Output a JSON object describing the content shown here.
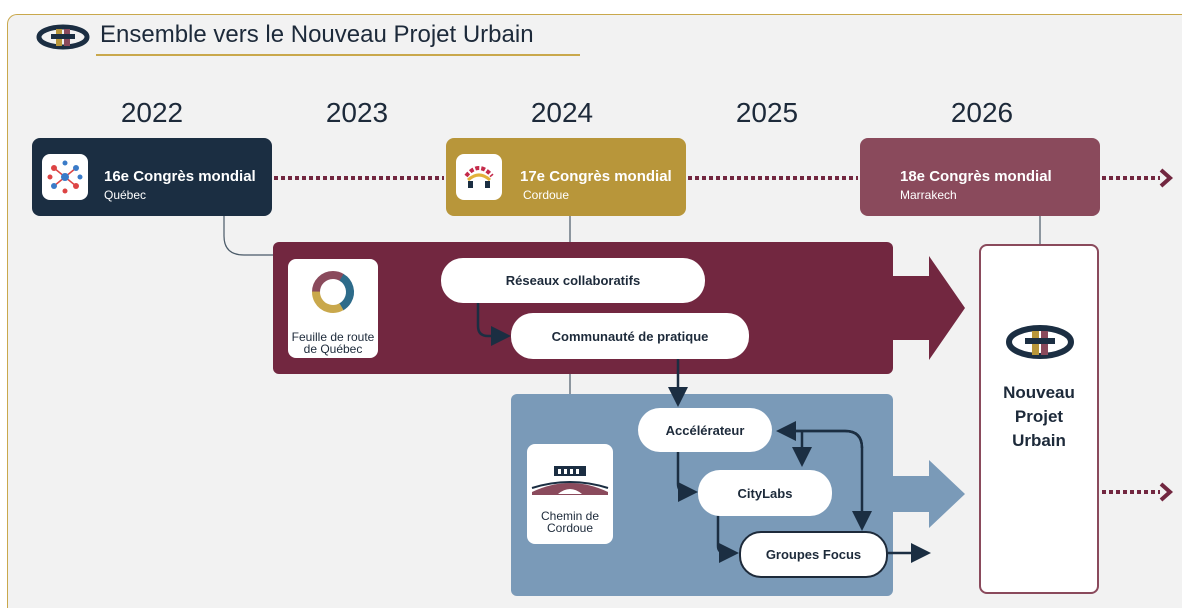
{
  "header": {
    "title": "Ensemble vers le Nouveau Projet Urbain"
  },
  "timeline": {
    "years": [
      "2022",
      "2023",
      "2024",
      "2025",
      "2026"
    ]
  },
  "congresses": [
    {
      "name": "16e Congrès mondial",
      "city": "Québec",
      "color": "#1b2e42"
    },
    {
      "name": "17e Congrès mondial",
      "city": "Cordoue",
      "color": "#b8963a"
    },
    {
      "name": "18e Congrès mondial",
      "city": "Marrakech",
      "color": "#8a4a5c"
    }
  ],
  "roadmap": {
    "caption_line1": "Feuille de route",
    "caption_line2": "de Québec",
    "items": [
      "Réseaux collaboratifs",
      "Communauté de pratique"
    ],
    "color": "#722740"
  },
  "cordoue": {
    "caption_line1": "Chemin de",
    "caption_line2": "Cordoue",
    "items": [
      "Accélérateur",
      "CityLabs",
      "Groupes Focus"
    ],
    "color": "#7a9ab8"
  },
  "outcome": {
    "label": "Nouveau\nProjet\nUrbain"
  },
  "colors": {
    "navy": "#1b2e42",
    "gold": "#c9a84c",
    "maroon": "#722740",
    "blue": "#7a9ab8",
    "dotted": "#722740"
  }
}
